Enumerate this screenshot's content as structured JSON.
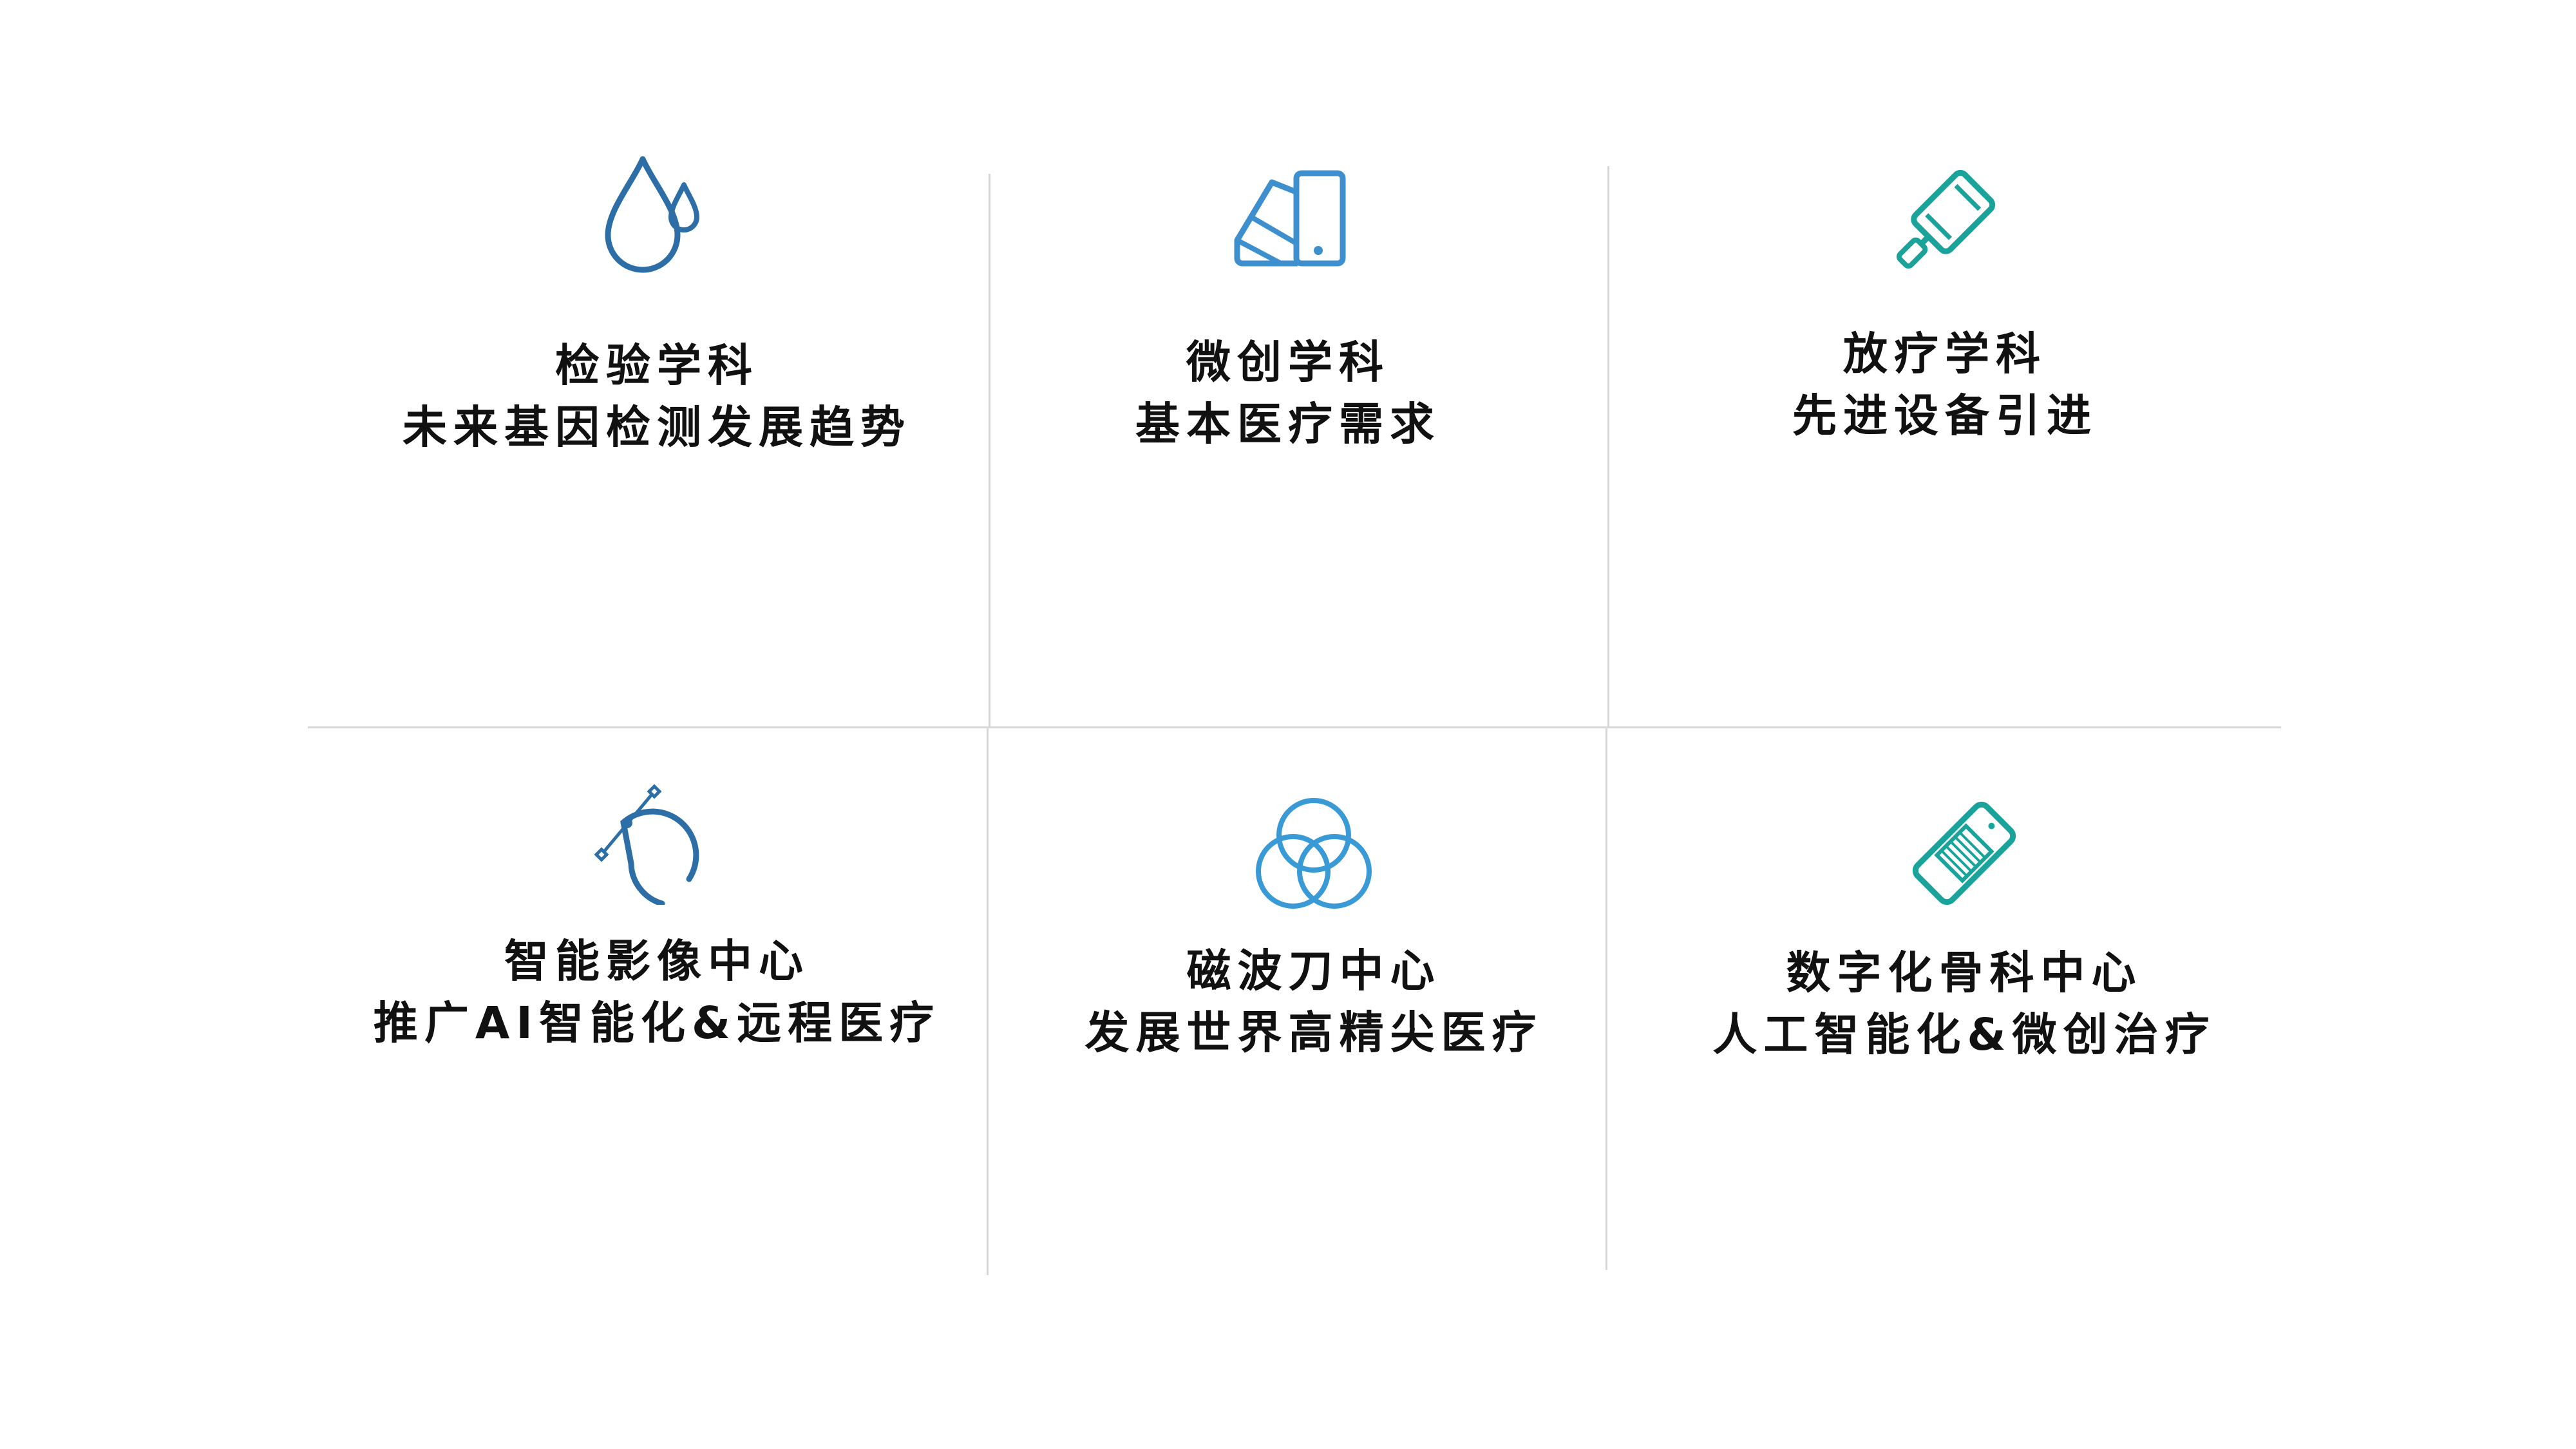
{
  "colors": {
    "blue_dark": "#2c6ea5",
    "blue_mid": "#3d8fce",
    "blue_light": "#3a9ad6",
    "teal": "#1aa39a",
    "grid_line": "#d6d6d6",
    "text": "#111111"
  },
  "cells": [
    {
      "icon": "water-drop-icon",
      "title": "检验学科",
      "subtitle": "未来基因检测发展趋势"
    },
    {
      "icon": "color-swatch-icon",
      "title": "微创学科",
      "subtitle": "基本医疗需求"
    },
    {
      "icon": "paint-roller-icon",
      "title": "放疗学科",
      "subtitle": "先进设备引进"
    },
    {
      "icon": "bezier-curve-icon",
      "title": "智能影像中心",
      "subtitle": "推广AI智能化&远程医疗"
    },
    {
      "icon": "overlapping-circles-icon",
      "title": "磁波刀中心",
      "subtitle": "发展世界高精尖医疗"
    },
    {
      "icon": "bandage-icon",
      "title": "数字化骨科中心",
      "subtitle": "人工智能化&微创治疗"
    }
  ]
}
